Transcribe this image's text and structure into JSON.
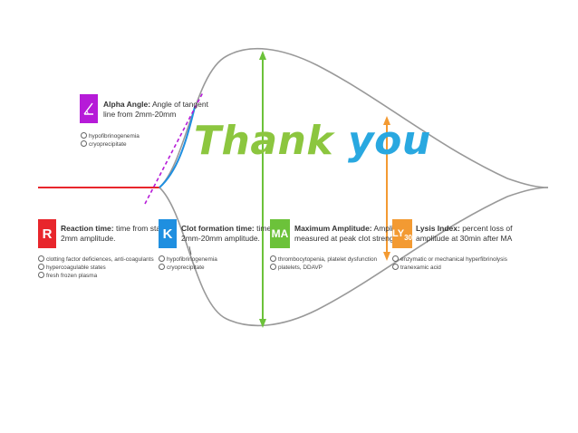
{
  "thank_you": {
    "word1": "Thank",
    "word2": "you"
  },
  "colors": {
    "r": "#e8262c",
    "k": "#1f8fe0",
    "alpha": "#b61bd8",
    "ma": "#6cc23a",
    "ly": "#f39a32",
    "curve": "#999999",
    "thanks_green": "#8cc63f",
    "thanks_blue": "#29a8e0"
  },
  "alpha": {
    "title_bold": "Alpha Angle:",
    "title_rest": "Angle of tangent",
    "title_line2": "line from 2mm-20mm",
    "notes": [
      "hypofibrinogenemia",
      "cryoprecipitate"
    ]
  },
  "r": {
    "badge": "R",
    "title_bold": "Reaction time:",
    "title_rest": "time from start to",
    "title_line2": "2mm amplitude.",
    "notes": [
      "clotting factor deficiences, anti-coagulants",
      "hypercoagulable states",
      "fresh frozen plasma"
    ]
  },
  "k": {
    "badge": "K",
    "title_bold": "Clot formation time:",
    "title_rest": "time from",
    "title_line2": "2mm-20mm amplitude.",
    "notes": [
      "hypofibrinogenemia",
      "cryoprecipitate"
    ]
  },
  "ma": {
    "badge": "MA",
    "title_bold": "Maximum Amplitude:",
    "title_rest": "Amplitude",
    "title_line2": "measured at peak clot strength.",
    "notes": [
      "thrombocytopenia, platelet dysfunction",
      "platelets, DDAVP"
    ]
  },
  "ly": {
    "badge": "LY",
    "badge_sub": "30",
    "title_bold": "Lysis Index:",
    "title_rest": "percent loss of",
    "title_line2": "amplitude at 30min after MA",
    "notes": [
      "enzymatic or mechanical hyperfibrinolysis",
      "tranexamic acid"
    ]
  }
}
